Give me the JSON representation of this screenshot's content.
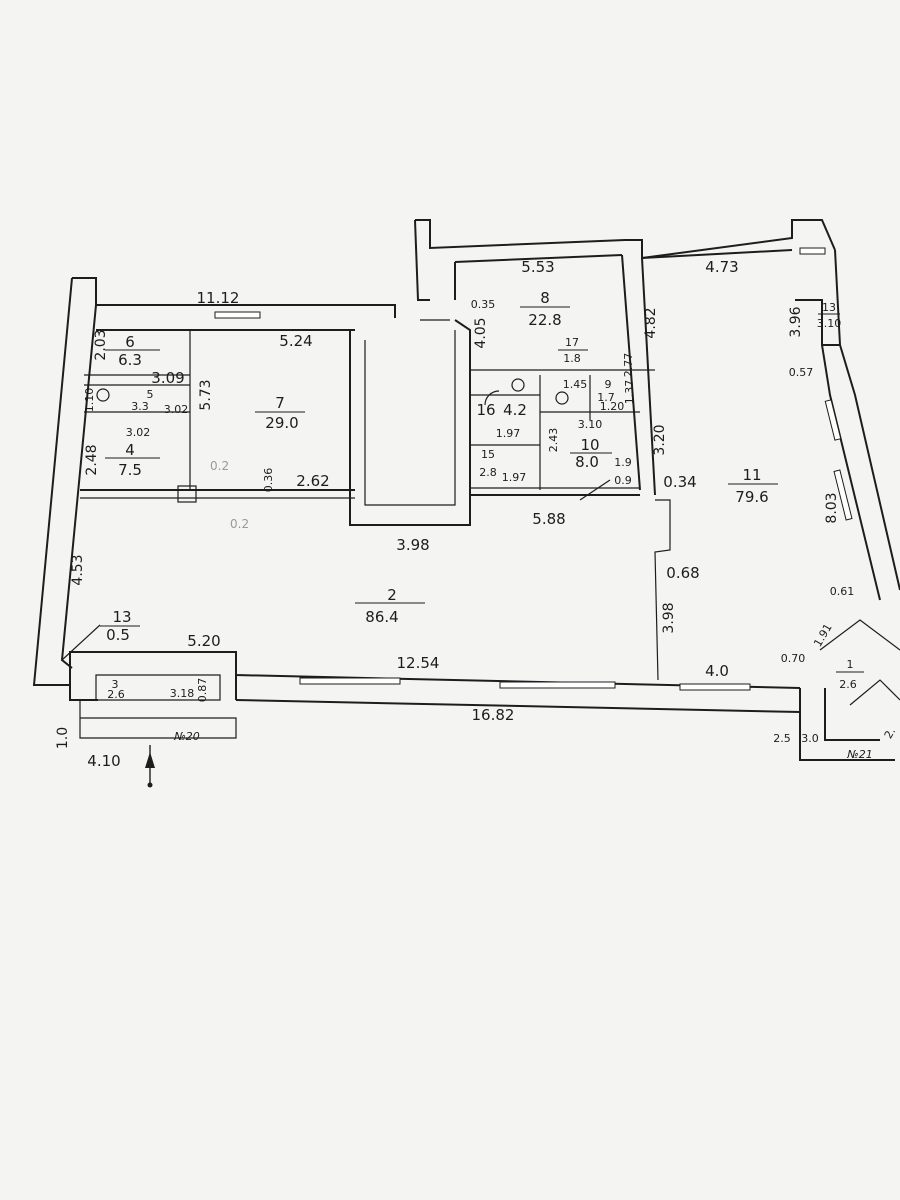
{
  "rooms": [
    {
      "number": "2",
      "area": "86.4"
    },
    {
      "number": "3",
      "area": "2.6"
    },
    {
      "number": "4",
      "area": "7.5"
    },
    {
      "number": "5",
      "area": "3.3"
    },
    {
      "number": "6",
      "area": "6.3"
    },
    {
      "number": "7",
      "area": "29.0"
    },
    {
      "number": "8",
      "area": "22.8"
    },
    {
      "number": "9",
      "area": "1.7"
    },
    {
      "number": "10",
      "area": "8.0"
    },
    {
      "number": "11",
      "area": "79.6"
    },
    {
      "number": "13",
      "area": "3.10"
    },
    {
      "number": "13",
      "area": "0.5"
    },
    {
      "number": "15",
      "area": "2.8"
    },
    {
      "number": "16",
      "area": "4.2"
    },
    {
      "number": "17",
      "area": "1.8"
    },
    {
      "number": "1",
      "area": "2.6"
    }
  ],
  "small_room_areas": [
    "1.9",
    "0.9"
  ],
  "dimensions": {
    "top_11_12": "11.12",
    "top_5_53": "5.53",
    "top_4_73": "4.73",
    "r7_5_24": "5.24",
    "d_0_35": "0.35",
    "r6_2_03": "2.03",
    "r6_3_09": "3.09",
    "r7_5_73": "5.73",
    "r5_1_10": "1.10",
    "r5_3_02": "3.02",
    "r4_2_48": "2.48",
    "r7_0_36": "0.36",
    "r7_2_62": "2.62",
    "r8_4_05": "4.05",
    "r8_4_82": "4.82",
    "d_2_77": "2.77",
    "d_1_45": "1.45",
    "d_1_37": "1.37",
    "d_1_20": "1.20",
    "d_1_97a": "1.97",
    "d_2_43": "2.43",
    "d_3_10": "3.10",
    "d_1_97b": "1.97",
    "d_3_20": "3.20",
    "d_0_34": "0.34",
    "d_5_88": "5.88",
    "d_3_98a": "3.98",
    "d_4_53": "4.53",
    "d_0_68": "0.68",
    "d_3_98b": "3.98",
    "d_5_20": "5.20",
    "d_12_54": "12.54",
    "d_4_0": "4.0",
    "d_16_82": "16.82",
    "d_3_18": "3.18",
    "d_0_87": "0.87",
    "d_1_0": "1.0",
    "d_4_10": "4.10",
    "d_3_96": "3.96",
    "d_0_57": "0.57",
    "d_8_03": "8.03",
    "d_0_61": "0.61",
    "d_1_91": "1.91",
    "d_0_70": "0.70",
    "d_2_5": "2.5",
    "d_3_0": "3.0",
    "d_2_1": "2."
  },
  "entrances": [
    "№20",
    "№21"
  ],
  "faint_notes": [
    "0.2",
    "0.2"
  ]
}
